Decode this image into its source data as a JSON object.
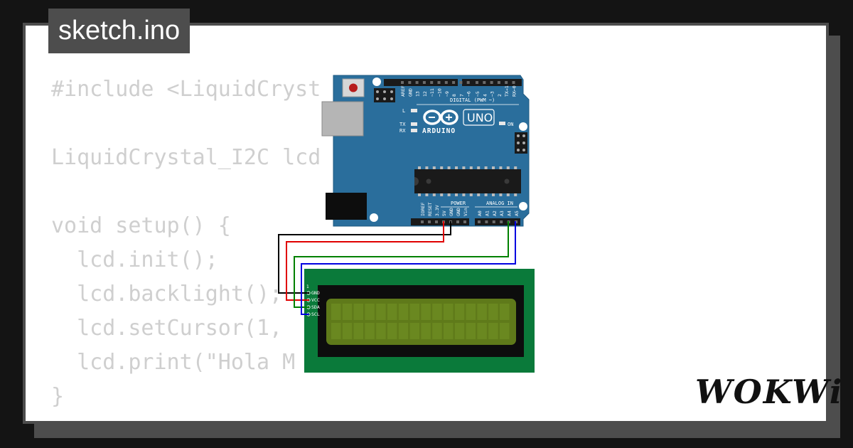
{
  "tab": {
    "title": "sketch.ino"
  },
  "code": {
    "lines": [
      "#include <LiquidCryst",
      "",
      "LiquidCrystal_I2C lcd",
      "",
      "void setup() {",
      "  lcd.init();",
      "  lcd.backlight();",
      "  lcd.setCursor(1,",
      "  lcd.print(\"Hola M",
      "}"
    ]
  },
  "arduino": {
    "brand": "ARDUINO",
    "model": "UNO",
    "digital_header": "DIGITAL (PWM ~)",
    "power_header": "POWER",
    "analog_header": "ANALOG IN",
    "led_labels": [
      "L",
      "TX",
      "RX",
      "ON"
    ],
    "digital_pins": [
      "AREF",
      "GND",
      "13",
      "12",
      "~11",
      "~10",
      "~9",
      "8",
      "7",
      "~6",
      "~5",
      "4",
      "~3",
      "2",
      "TX→1",
      "RX←0"
    ],
    "power_pins": [
      "IOREF",
      "RESET",
      "3.3V",
      "5V",
      "GND",
      "GND",
      "Vin"
    ],
    "analog_pins": [
      "A0",
      "A1",
      "A2",
      "A3",
      "A4",
      "A5"
    ]
  },
  "lcd": {
    "pin_labels": [
      "GND",
      "VCC",
      "SDA",
      "SCL"
    ]
  },
  "wires": {
    "gnd_color": "#000000",
    "vcc_color": "#e00000",
    "sda_color": "#008000",
    "scl_color": "#0000e0"
  },
  "logo": {
    "text": "WOKWi"
  }
}
